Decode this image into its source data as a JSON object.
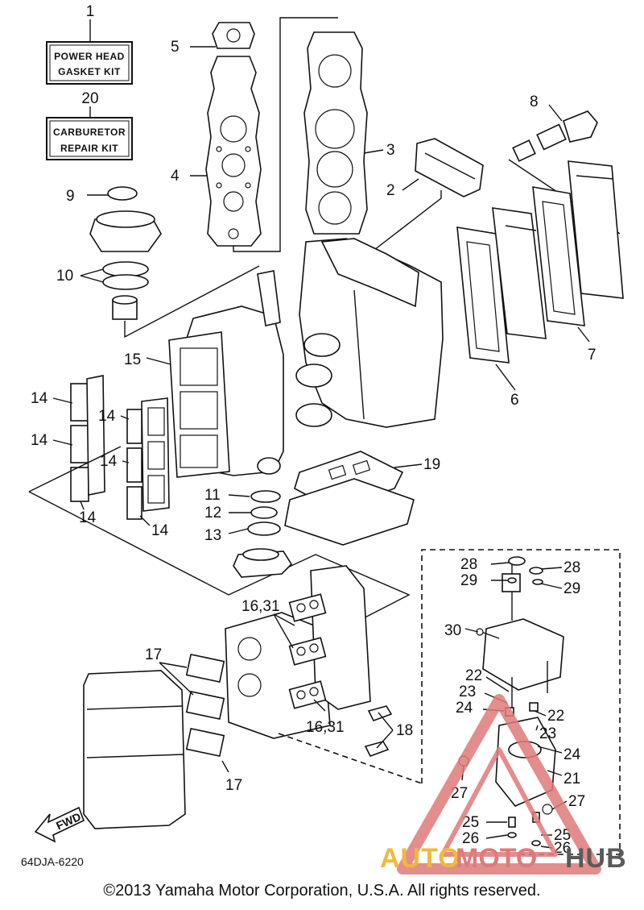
{
  "kits": [
    {
      "number": "1",
      "line1": "POWER HEAD",
      "line2": "GASKET KIT"
    },
    {
      "number": "20",
      "line1": "CARBURETOR",
      "line2": "REPAIR KIT"
    }
  ],
  "callouts": {
    "c2": "2",
    "c3": "3",
    "c4": "4",
    "c5": "5",
    "c6": "6",
    "c7": "7",
    "c8": "8",
    "c9": "9",
    "c10": "10",
    "c11": "11",
    "c12": "12",
    "c13": "13",
    "c14a": "14",
    "c14b": "14",
    "c14c": "14",
    "c14d": "14",
    "c14e": "14",
    "c14f": "14",
    "c15": "15",
    "c16a": "16,31",
    "c16b": "16,31",
    "c17a": "17",
    "c17b": "17",
    "c18": "18",
    "c19": "19",
    "c21": "21",
    "c22a": "22",
    "c22b": "22",
    "c23a": "23",
    "c23b": "23",
    "c24a": "24",
    "c24b": "24",
    "c25a": "25",
    "c25b": "25",
    "c26a": "26",
    "c26b": "26",
    "c27a": "27",
    "c27b": "27",
    "c28a": "28",
    "c28b": "28",
    "c29a": "29",
    "c29b": "29",
    "c30": "30"
  },
  "fwd_label": "FWD",
  "diagram_code": "64DJA-6220",
  "copyright": "©2013 Yamaha Motor Corporation, U.S.A. All rights reserved.",
  "watermark": {
    "part1": "AUTO",
    "part2": "MOTO",
    "part3": "HUB",
    "accent": "#e07a7a"
  }
}
